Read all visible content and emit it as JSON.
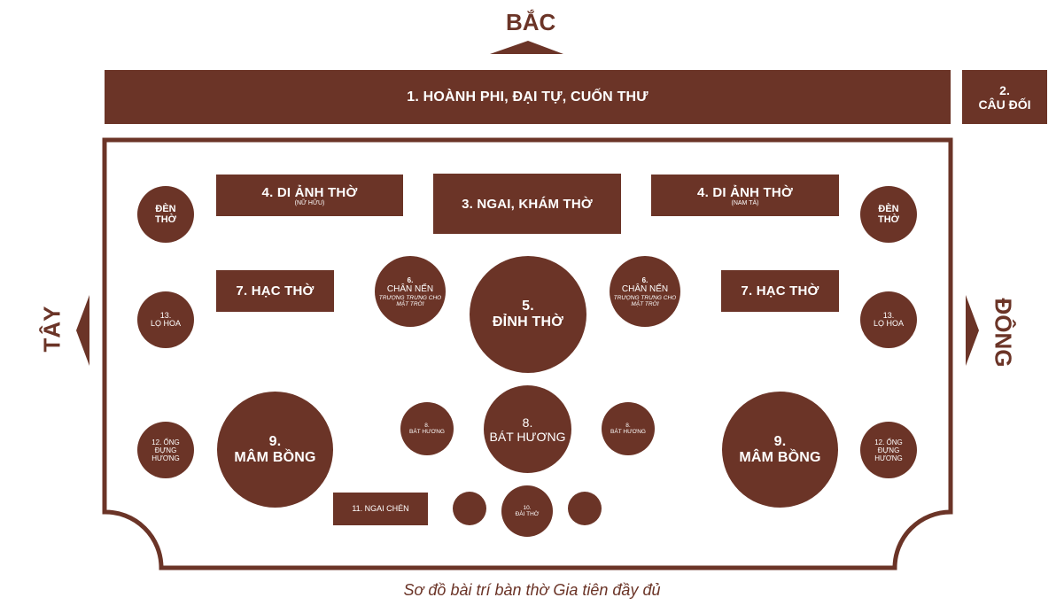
{
  "directions": {
    "north": "BẮC",
    "west": "TÂY",
    "east": "ĐÔNG"
  },
  "items": {
    "hoanh_phi": "1.  HOÀNH PHI, ĐẠI TỰ, CUỐN THƯ",
    "cau_doi_num": "2.",
    "cau_doi": "CÂU ĐỐI",
    "ngai_kham": "3. NGAI, KHÁM THỜ",
    "di_anh_left": "4. DI ẢNH THỜ",
    "di_anh_left_sub": "(NỮ HỮU)",
    "di_anh_right": "4. DI ẢNH THỜ",
    "di_anh_right_sub": "(NAM TẢ)",
    "den_tho_l1": "ĐÈN",
    "den_tho_l2": "THỜ",
    "dinh_tho_num": "5.",
    "dinh_tho": "ĐỈNH THỜ",
    "chan_nen_num": "6.",
    "chan_nen": "CHÂN NẾN",
    "chan_nen_sub1": "TRƯỢNG TRƯNG CHO",
    "chan_nen_sub2": "MẶT TRỜI",
    "hac_tho": "7. HẠC THỜ",
    "bat_huong_num": "8.",
    "bat_huong": "BÁT HƯƠNG",
    "mam_bong_num": "9.",
    "mam_bong": "MÂM BỒNG",
    "dai_tho_num": "10.",
    "dai_tho": "ĐÀI THỜ",
    "ngai_chen": "11. NGAI CHÉN",
    "ong_dung_l1": "12. ỐNG",
    "ong_dung_l2": "ĐỰNG",
    "ong_dung_l3": "HƯƠNG",
    "lo_hoa_num": "13.",
    "lo_hoa": "LỌ HOA"
  },
  "caption": "Sơ đồ bài trí bàn thờ Gia tiên đầy đủ",
  "colors": {
    "primary": "#6b3427",
    "background": "#ffffff"
  }
}
